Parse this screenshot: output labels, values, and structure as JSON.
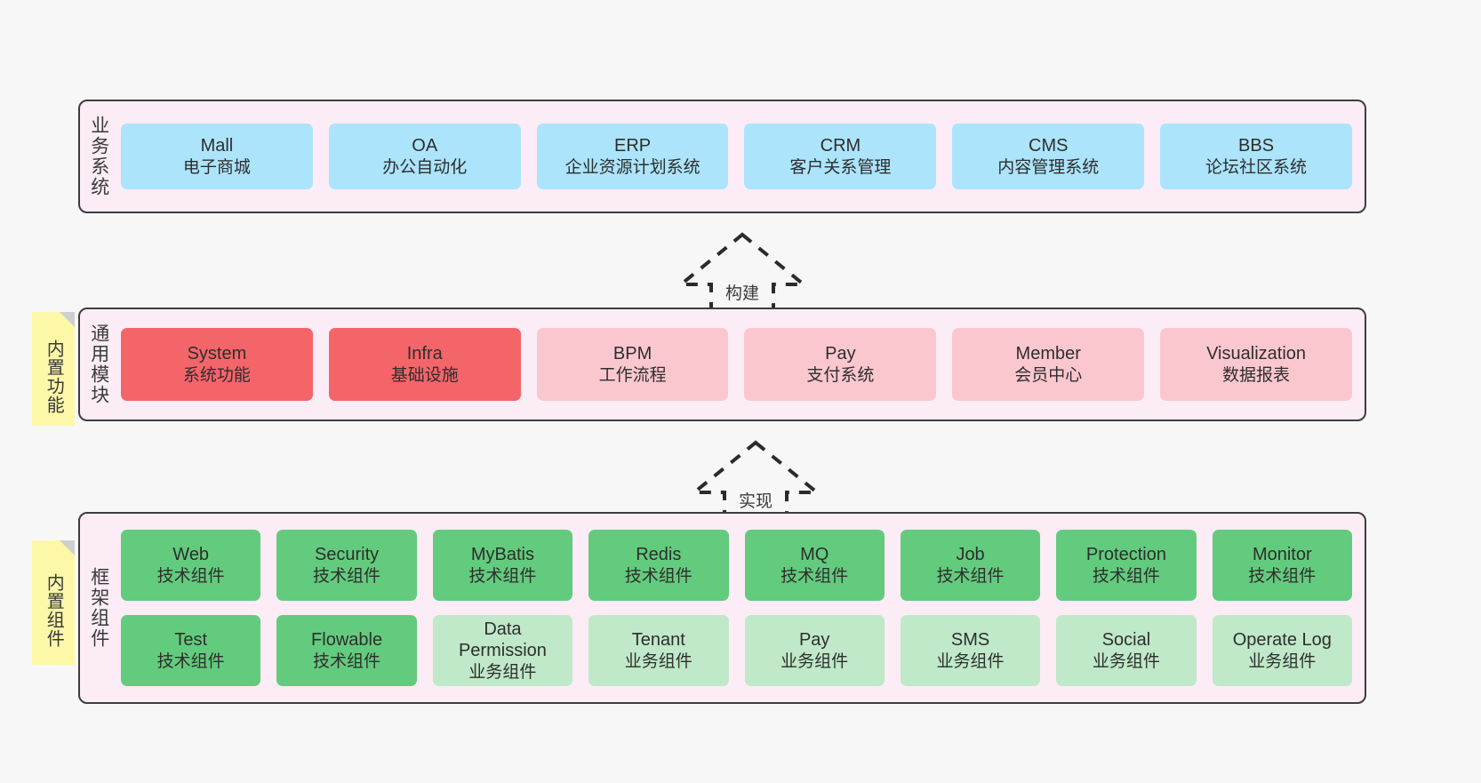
{
  "diagram": {
    "background_color": "#f7f7f7",
    "band_fill": "#fbecf5",
    "band_border": "#3d3d3d",
    "colors": {
      "business": "#ace4fb",
      "core_highlight": "#f4656a",
      "core_normal": "#fbc7cf",
      "tech_component": "#63cb7d",
      "biz_component": "#bfe9c8",
      "note": "#fcf8a8"
    }
  },
  "bands": {
    "business": {
      "label": "业务系统",
      "items": [
        {
          "title": "Mall",
          "subtitle": "电子商城"
        },
        {
          "title": "OA",
          "subtitle": "办公自动化"
        },
        {
          "title": "ERP",
          "subtitle": "企业资源计划系统"
        },
        {
          "title": "CRM",
          "subtitle": "客户关系管理"
        },
        {
          "title": "CMS",
          "subtitle": "内容管理系统"
        },
        {
          "title": "BBS",
          "subtitle": "论坛社区系统"
        }
      ]
    },
    "common": {
      "label": "通用模块",
      "note": "内置功能",
      "items": [
        {
          "title": "System",
          "subtitle": "系统功能",
          "variant": "c-red"
        },
        {
          "title": "Infra",
          "subtitle": "基础设施",
          "variant": "c-red"
        },
        {
          "title": "BPM",
          "subtitle": "工作流程",
          "variant": "c-pink"
        },
        {
          "title": "Pay",
          "subtitle": "支付系统",
          "variant": "c-pink"
        },
        {
          "title": "Member",
          "subtitle": "会员中心",
          "variant": "c-pink"
        },
        {
          "title": "Visualization",
          "subtitle": "数据报表",
          "variant": "c-pink"
        }
      ]
    },
    "framework": {
      "label": "框架组件",
      "note": "内置组件",
      "row1": [
        {
          "title": "Web",
          "subtitle": "技术组件"
        },
        {
          "title": "Security",
          "subtitle": "技术组件"
        },
        {
          "title": "MyBatis",
          "subtitle": "技术组件"
        },
        {
          "title": "Redis",
          "subtitle": "技术组件"
        },
        {
          "title": "MQ",
          "subtitle": "技术组件"
        },
        {
          "title": "Job",
          "subtitle": "技术组件"
        },
        {
          "title": "Protection",
          "subtitle": "技术组件"
        },
        {
          "title": "Monitor",
          "subtitle": "技术组件"
        }
      ],
      "row2": [
        {
          "title": "Test",
          "subtitle": "技术组件",
          "variant": "c-green"
        },
        {
          "title": "Flowable",
          "subtitle": "技术组件",
          "variant": "c-green"
        },
        {
          "title": "Data Permission",
          "subtitle": "业务组件",
          "variant": "c-lgreen"
        },
        {
          "title": "Tenant",
          "subtitle": "业务组件",
          "variant": "c-lgreen"
        },
        {
          "title": "Pay",
          "subtitle": "业务组件",
          "variant": "c-lgreen"
        },
        {
          "title": "SMS",
          "subtitle": "业务组件",
          "variant": "c-lgreen"
        },
        {
          "title": "Social",
          "subtitle": "业务组件",
          "variant": "c-lgreen"
        },
        {
          "title": "Operate Log",
          "subtitle": "业务组件",
          "variant": "c-lgreen"
        }
      ]
    }
  },
  "arrows": [
    {
      "id": "build",
      "label": "构建",
      "direction": "up"
    },
    {
      "id": "implement",
      "label": "实现",
      "direction": "up"
    }
  ]
}
